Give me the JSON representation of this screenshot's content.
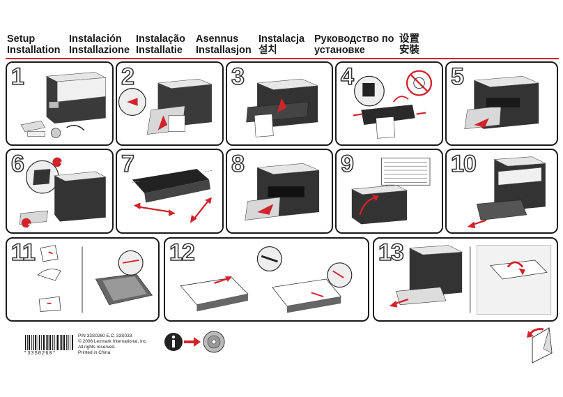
{
  "header": {
    "columns": [
      {
        "line1": "Setup",
        "line2": "Installation"
      },
      {
        "line1": "Instalación",
        "line2": "Installazione"
      },
      {
        "line1": "Instalação",
        "line2": "Installatie"
      },
      {
        "line1": "Asennus",
        "line2": "Installasjon"
      },
      {
        "line1": "Instalacja",
        "line2": "설치"
      },
      {
        "line1": "Руководство по",
        "line2": "установке"
      },
      {
        "line1": "设置",
        "line2": "安裝"
      }
    ]
  },
  "steps": [
    "1",
    "2",
    "3",
    "4",
    "5",
    "6",
    "7",
    "8",
    "9",
    "10",
    "11",
    "12",
    "13"
  ],
  "step6_callouts": [
    "1",
    "2"
  ],
  "footer": {
    "barcode_number": "*33S0260*",
    "pn_label": "P/N  33S0260     E.C.  33S033",
    "copyright": "© 2006 Lexmark International, Inc.",
    "rights": "All rights reserved.",
    "printed": "Printed in China"
  },
  "colors": {
    "accent": "#d2232a",
    "printer_dark": "#2e2e2e",
    "printer_light": "#e8e8e8"
  },
  "icons": [
    "info-icon",
    "arrow-right-icon",
    "cd-icon",
    "page-turn-icon",
    "no-touch-icon"
  ]
}
